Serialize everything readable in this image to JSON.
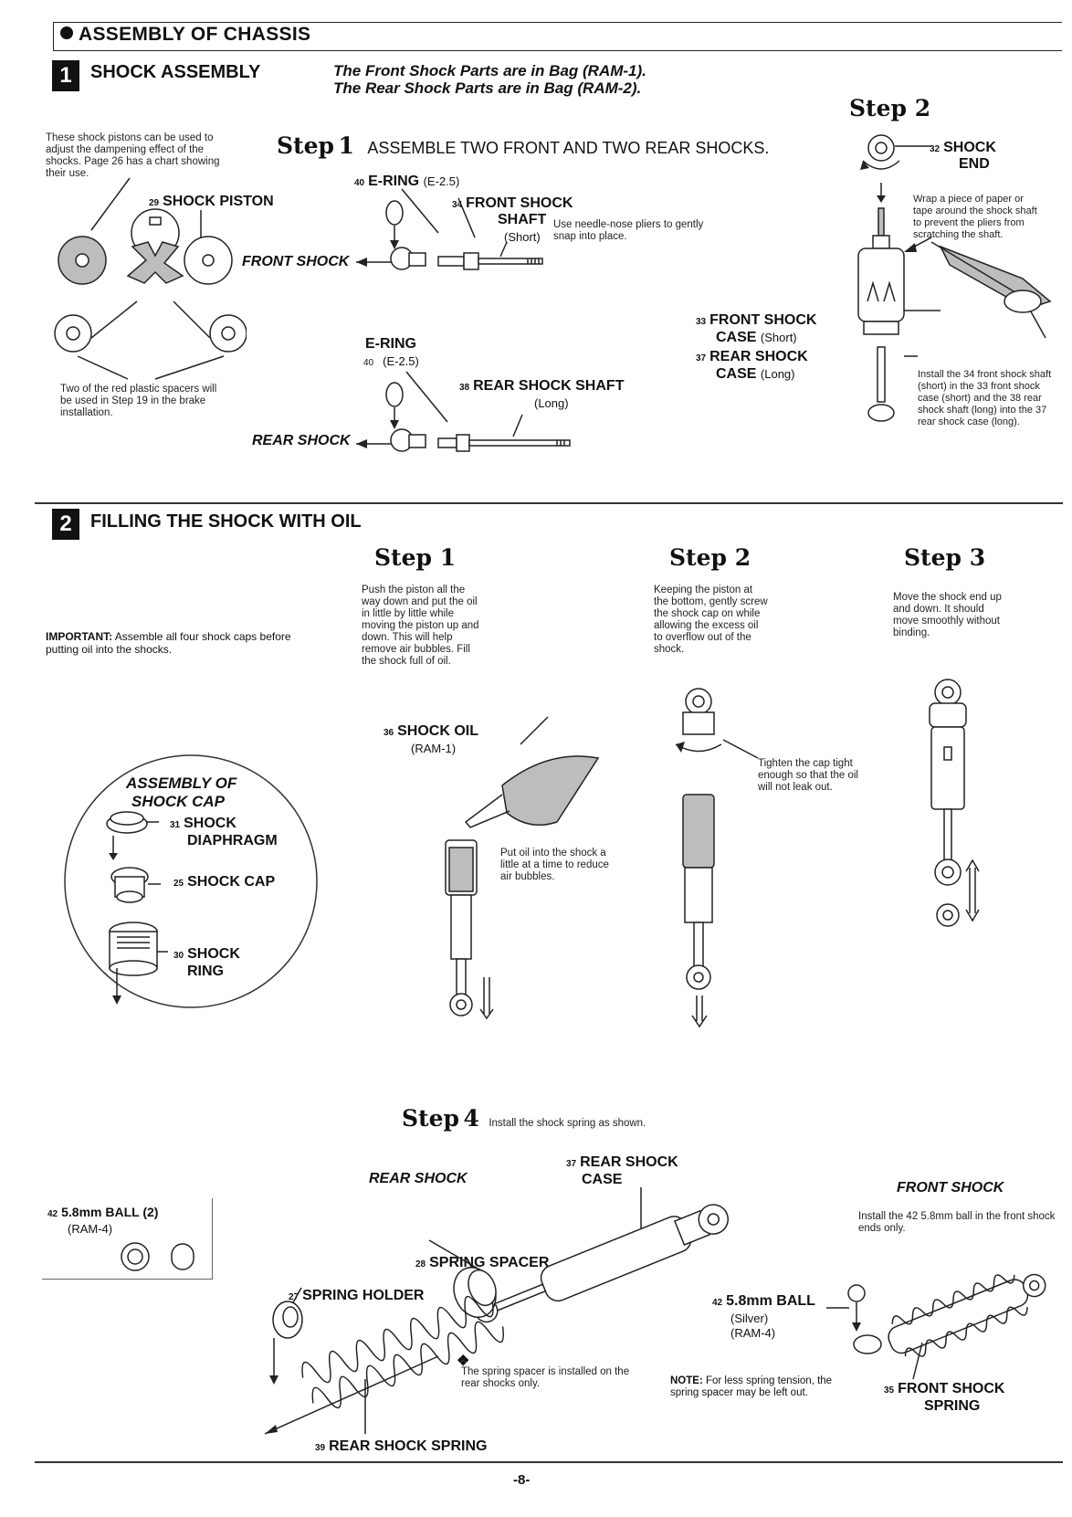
{
  "header": {
    "title": "ASSEMBLY OF CHASSIS"
  },
  "section1": {
    "number": "1",
    "title": "SHOCK ASSEMBLY",
    "bag_note_1": "The Front Shock Parts are in Bag (RAM-1).",
    "bag_note_2": "The Rear Shock Parts are in Bag (RAM-2).",
    "piston_note": "These shock pistons can be used to adjust the dampening effect of the shocks. Page 26 has a chart showing their use.",
    "shock_piston": {
      "num": "29",
      "label": "SHOCK PISTON"
    },
    "spacer_note": "Two of the red plastic spacers will be used in Step 19 in the brake installation.",
    "step1": {
      "word": "Step",
      "num": "1",
      "title": "ASSEMBLE TWO FRONT AND TWO REAR SHOCKS."
    },
    "eclip_front": {
      "num": "40",
      "label": "E-RING",
      "sub": "(E-2.5)"
    },
    "front_shaft": {
      "num": "34",
      "label1": "FRONT SHOCK",
      "label2": "SHAFT",
      "sub": "(Short)"
    },
    "pliers_note": "Use needle-nose pliers to gently snap into place.",
    "front_shock": "FRONT SHOCK",
    "eclip_rear": {
      "num": "40",
      "label": "E-RING",
      "sub": "(E-2.5)"
    },
    "rear_shaft": {
      "num": "38",
      "label": "REAR SHOCK SHAFT",
      "sub": "(Long)"
    },
    "rear_shock": "REAR SHOCK",
    "front_case": {
      "num": "33",
      "label1": "FRONT SHOCK",
      "label2": "CASE",
      "sub": "(Short)"
    },
    "rear_case": {
      "num": "37",
      "label1": "REAR SHOCK",
      "label2": "CASE",
      "sub": "(Long)"
    },
    "step2": {
      "word": "Step",
      "num": "2"
    },
    "shock_end": {
      "num": "32",
      "label1": "SHOCK",
      "label2": "END"
    },
    "wrap_note": "Wrap a piece of paper or tape around the shock shaft to prevent the pliers from scratching the shaft.",
    "install_note": "Install the 34 front shock shaft (short) in the 33 front shock case (short) and the 38 rear shock shaft (long) into the 37 rear shock case (long)."
  },
  "section2": {
    "number": "2",
    "title": "FILLING THE SHOCK WITH OIL",
    "important_label": "IMPORTANT:",
    "important_text": "Assemble all four shock caps before putting oil into the shocks.",
    "step1": {
      "word": "Step",
      "num": "1",
      "text": "Push the piston all the way down and put the oil in little by little while moving the piston up and down. This will help remove air bubbles. Fill the shock full of oil."
    },
    "shock_oil": {
      "num": "36",
      "label": "SHOCK OIL",
      "sub": "(RAM-1)"
    },
    "oil_note": "Put oil into the shock a little at a time to reduce air bubbles.",
    "step2": {
      "word": "Step",
      "num": "2",
      "text": "Keeping the piston at the bottom, gently screw the shock cap on while allowing the excess oil to overflow out of the shock."
    },
    "tighten_note": "Tighten the cap tight enough so that the oil will not leak out.",
    "step3": {
      "word": "Step",
      "num": "3",
      "text": "Move the shock end up and down. It should move smoothly without binding."
    },
    "cap_assembly": {
      "title1": "ASSEMBLY OF",
      "title2": "SHOCK CAP"
    },
    "diaphragm": {
      "num": "31",
      "label1": "SHOCK",
      "label2": "DIAPHRAGM"
    },
    "shock_cap": {
      "num": "25",
      "label": "SHOCK CAP"
    },
    "shock_ring": {
      "num": "30",
      "label1": "SHOCK",
      "label2": "RING"
    },
    "step4": {
      "word": "Step",
      "num": "4",
      "text": "Install the shock spring as shown."
    },
    "ball_box": {
      "num": "42",
      "label": "5.8mm BALL (2)",
      "sub": "(RAM-4)"
    },
    "rear_shock": "REAR SHOCK",
    "rear_case": {
      "num": "37",
      "label1": "REAR SHOCK",
      "label2": "CASE"
    },
    "spring_spacer": {
      "num": "28",
      "label": "SPRING SPACER"
    },
    "spring_holder": {
      "num": "27",
      "label": "SPRING HOLDER"
    },
    "spacer_note": "The spring spacer is installed on the rear shocks only.",
    "rear_spring": {
      "num": "39",
      "label": "REAR SHOCK SPRING"
    },
    "front_shock": "FRONT SHOCK",
    "ball_install_note": "Install the 42 5.8mm ball in the front shock ends only.",
    "ball": {
      "num": "42",
      "label": "5.8mm BALL",
      "sub1": "(Silver)",
      "sub2": "(RAM-4)"
    },
    "note_label": "NOTE:",
    "note_text": "For less spring tension, the spring spacer may be left out.",
    "front_spring": {
      "num": "35",
      "label1": "FRONT SHOCK",
      "label2": "SPRING"
    }
  },
  "page_number": "-8-"
}
